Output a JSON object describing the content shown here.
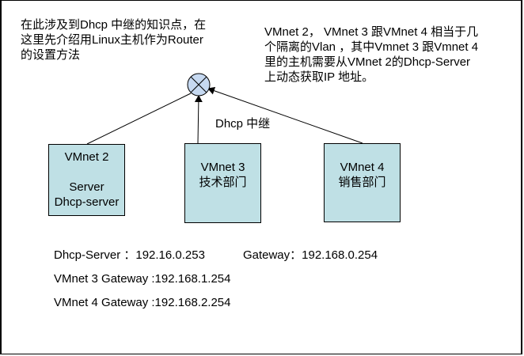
{
  "notes": {
    "left": [
      "在此涉及到Dhcp 中继的知识点，在",
      "这里先介绍用Linux主机作为Router",
      "的设置方法"
    ],
    "right": [
      "VMnet 2， VMnet 3 跟VMnet 4 相当于几",
      "个隔离的Vlan ，其中Vmnet 3 跟Vmnet 4",
      "里的主机需要从VMnet 2的Dhcp-Server",
      "上动态获取IP 地址。"
    ]
  },
  "relay_label": "Dhcp 中继",
  "nodes": {
    "vmnet2": {
      "name": "VMnet 2",
      "line1": "Server",
      "line2": "Dhcp-server"
    },
    "vmnet3": {
      "name": "VMnet 3",
      "dept": "技术部门"
    },
    "vmnet4": {
      "name": "VMnet 4",
      "dept": "销售部门"
    }
  },
  "info": {
    "dhcp_server": "Dhcp-Server ：192.16.0.253",
    "gateway": "Gateway：192.168.0.254",
    "vmnet3_gateway": "VMnet 3 Gateway :192.168.1.254",
    "vmnet4_gateway": "VMnet 4 Gateway :192.168.2.254"
  }
}
